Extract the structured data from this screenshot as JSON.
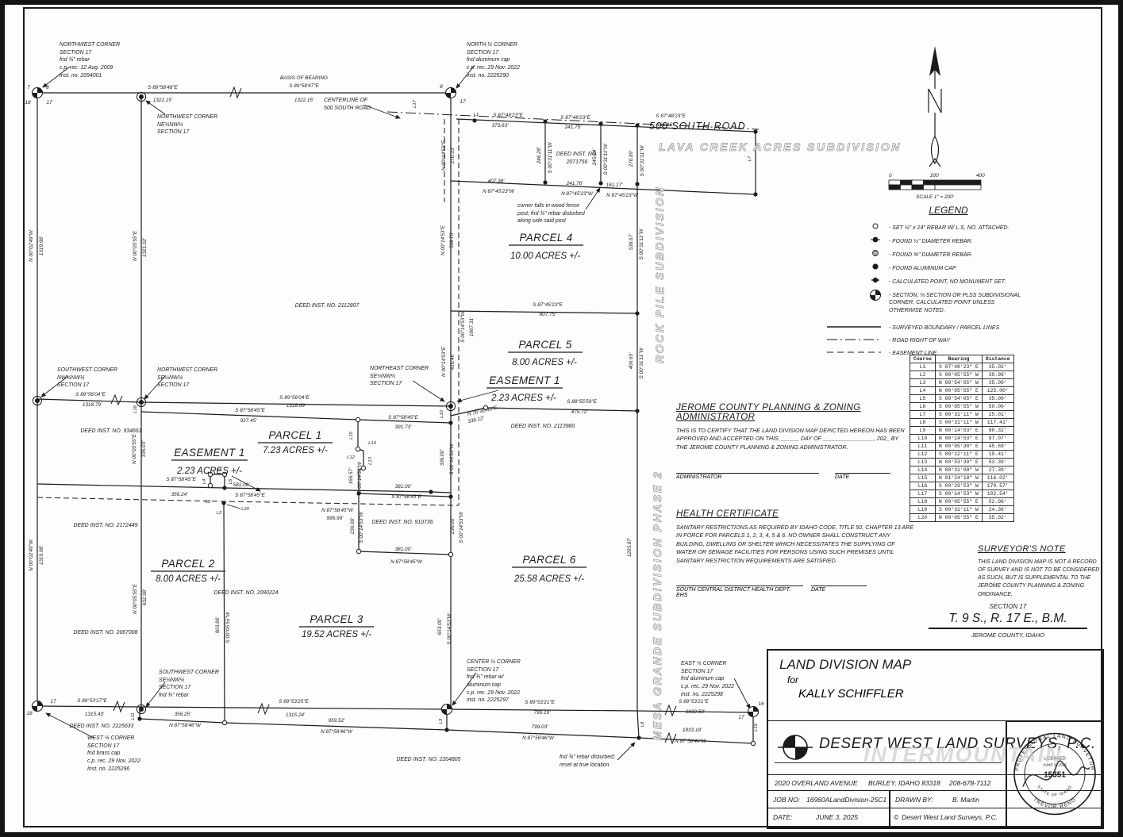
{
  "map": {
    "road_name": "500 SOUTH ROAD",
    "basis_label": "BASIS OF BEARING",
    "watermark": "INTERMOUNTAIN",
    "subdivisions": {
      "lava_creek": "LAVA CREEK ACRES SUBDIVISION",
      "rock_pile": "ROCK PILE SUBDIVISION",
      "mesa_grande": "MESA GRANDE SUBDIVISION PHASE 2"
    },
    "parcels": [
      {
        "name": "PARCEL 1",
        "area": "7.23 ACRES +/-"
      },
      {
        "name": "PARCEL 2",
        "area": "8.00 ACRES +/-"
      },
      {
        "name": "PARCEL 3",
        "area": "19.52 ACRES +/-"
      },
      {
        "name": "PARCEL 4",
        "area": "10.00 ACRES +/-"
      },
      {
        "name": "PARCEL 5",
        "area": "8.00 ACRES +/-"
      },
      {
        "name": "PARCEL 6",
        "area": "25.58 ACRES +/-"
      }
    ],
    "easement": {
      "name": "EASEMENT 1",
      "area": "2.23 ACRES +/-"
    },
    "deeds": {
      "d2112807": "DEED INST. NO. 2112807",
      "d934661": "DEED INST. NO. 934661",
      "d2071756": [
        "DEED INST. NO.",
        "2071756"
      ],
      "d910736": "DEED INST. NO. 910736",
      "d2113980": "DEED INST. NO. 2113980",
      "d2172449": "DEED INST. NO. 2172449",
      "d2090224": "DEED INST. NO. 2090224",
      "d2067008": "DEED INST. NO. 2067008",
      "d2225633": "DEED INST. NO. 2225633",
      "d2204805": "DEED INST. NO. 2204805"
    },
    "notes": {
      "nw_section": [
        "NORTHWEST CORNER",
        "SECTION 17",
        "fnd ¾\" rebar",
        "c.p. rec. 12 Aug. 2009",
        "Inst. no. 2094001"
      ],
      "nw_ne_nw": [
        "NORTHWEST CORNER",
        "NE¼NW¼",
        "SECTION 17"
      ],
      "north_quarter": [
        "NORTH ¼ CORNER",
        "SECTION 17",
        "fnd aluminum cap",
        "c.p. rec. 29 Nov. 2022",
        "inst. no. 2225290"
      ],
      "centerline": [
        "CENTERLINE OF",
        "500 SOUTH ROAD"
      ],
      "fence": [
        "corner falls in wood fence",
        "post; fnd ¾\" rebar disturbed",
        "along side said post"
      ],
      "sw_nw_nw": [
        "SOUTHWEST CORNER",
        "NW¼NW¼",
        "SECTION 17"
      ],
      "nw_se_nw": [
        "NORTHWEST CORNER",
        "SE¼NW¼",
        "SECTION 17"
      ],
      "ne_se_nw": [
        "NORTHEAST CORNER",
        "SE¼NW¼",
        "SECTION 17"
      ],
      "sw_se_nw": [
        "SOUTHWEST CORNER",
        "SE¼NW¼",
        "SECTION 17",
        "fnd ¾\" rebar"
      ],
      "west_quarter": [
        "WEST ¼ CORNER",
        "SECTION 17",
        "fnd brass cap",
        "c.p. rec. 29 Nov. 2022",
        "Inst. no. 2225296"
      ],
      "center_quarter": [
        "CENTER ¼ CORNER",
        "SECTION 17",
        "fnd ¾\" rebar w/",
        "aluminum cap",
        "c.p. rec. 29 Nov. 2022",
        "inst. no. 2225297"
      ],
      "east_quarter": [
        "EAST ¼ CORNER",
        "SECTION 17",
        "fnd aluminum cap",
        "c.p. rec. 29 Nov. 2022",
        "inst. no. 2225298"
      ],
      "disturbed": [
        "fnd ¾\" rebar disturbed;",
        "reset at true location"
      ]
    },
    "section_numbers": {
      "nw": [
        "7",
        "8",
        "18",
        "17"
      ],
      "nq": [
        "8",
        "17"
      ],
      "wq": [
        "18",
        "17"
      ],
      "eq": [
        "16",
        "17"
      ]
    },
    "lnums": [
      "L1",
      "L2",
      "L3",
      "L4",
      "L5",
      "L6",
      "L7",
      "L8",
      "L9",
      "L10",
      "L11",
      "L12",
      "L13",
      "L14",
      "L15",
      "L16",
      "L17",
      "L18",
      "L19",
      "L20"
    ],
    "dims": [
      {
        "b": "S 89°58'48\"E",
        "d": "1322.15'"
      },
      {
        "b": "S 89°58'47\"E",
        "d": "1322.15'"
      },
      {
        "b": "S 87°48'23\"E",
        "d": "373.63'"
      },
      {
        "b": "S 87°48'23\"E",
        "d": "241.75'"
      },
      {
        "b": "S 87°48'23\"E",
        "d": "161.16'"
      },
      {
        "b": "N 87°45'23\"W",
        "d": "407.38'"
      },
      {
        "b": "N 87°45'23\"W",
        "d": "241.76'"
      },
      {
        "b": "N 87°45'23\"W",
        "d": "161.17'"
      },
      {
        "b": "N 00°14'53\"E",
        "d": "270.33'"
      },
      {
        "b": "S 00°31'11\"W",
        "d": "246.28'"
      },
      {
        "b": "S 00°31'11\"W",
        "d": "245.84'"
      },
      {
        "b": "S 00°31'11\"W",
        "d": "270.89'"
      },
      {
        "b": "N 00°14'53\"E",
        "d": "538.75'"
      },
      {
        "b": "S 00°31'11\"W",
        "d": "538.67'"
      },
      {
        "b": "S 87°45'23\"E",
        "d": "807.75'"
      },
      {
        "b": "S 00°14'53\"W",
        "d": "1667.31'"
      },
      {
        "b": "N 00°14'53\"E",
        "d": "410.46'"
      },
      {
        "b": "S 00°31'11\"W",
        "d": "406.65'"
      },
      {
        "b": "S 88°55'59\"E",
        "d": "475.72'"
      },
      {
        "b": "N 76°40'49\"E",
        "d": "338.12'"
      },
      {
        "b": "S 89°56'04\"E",
        "d": "1318.79'"
      },
      {
        "b": "S 89°56'04\"E",
        "d": "1318.69'"
      },
      {
        "b": "S 87°58'45\"E",
        "d": "927.45'"
      },
      {
        "b": "S 87°58'45\"E",
        "d": "391.73'"
      },
      {
        "b": "N 00°02'49\"W",
        "d": "1319.98'"
      },
      {
        "b": "N 00°05'55\"E",
        "d": "1321.02'"
      },
      {
        "b": "N 00°05'55\"E",
        "d": "336.03'"
      },
      {
        "b": "N 00°05'55\"E",
        "d": "632.98'"
      },
      {
        "b": "S 00°05'55\"W",
        "d": "903.86'"
      },
      {
        "b": "S 87°58'45\"E",
        "d": "356.24'"
      },
      {
        "b": "S 87°58'45\"E",
        "d": "581.06'"
      },
      {
        "b": "S 87°58'45\"E",
        "d": "381.00'"
      },
      {
        "b": "N 87°58'45\"W",
        "d": "996.99'"
      },
      {
        "b": "S 00°14'53\"W",
        "d": "166.57'"
      },
      {
        "b": "S 00°14'53\"W",
        "d": "336.00'"
      },
      {
        "b": "S 00°14'53\"W",
        "d": "236.00'"
      },
      {
        "b": "N 87°58'45\"W",
        "d": "381.00'"
      },
      {
        "b": "S 00°14'53\"W",
        "d": "653.00'"
      },
      {
        "d": "1295.87'"
      },
      {
        "b": "S 89°53'17\"E",
        "d": "1315.43'"
      },
      {
        "b": "N 87°58'46\"W",
        "d": "356.25'"
      },
      {
        "b": "S 89°53'25\"E",
        "d": "1315.24'"
      },
      {
        "b": "N 87°58'46\"W",
        "d": "959.52'"
      },
      {
        "b": "S 89°53'21\"E",
        "d": "799.19'"
      },
      {
        "b": "N 87°58'46\"W",
        "d": "799.03'"
      },
      {
        "b": "S 89°53'21\"E",
        "d": "1832.50'"
      },
      {
        "b": "N 87°58'46\"W",
        "d": "1833.18'"
      }
    ]
  },
  "north_arrow": {
    "label": "N"
  },
  "scale_bar": {
    "ticks": [
      "0",
      "200",
      "400"
    ],
    "caption": "SCALE 1\" = 200'"
  },
  "legend": {
    "title": "LEGEND",
    "items": [
      {
        "label": "- SET ½\" x 24\" REBAR W/ L.S. NO. ATTACHED."
      },
      {
        "label": "- FOUND ½\" DIAMETER REBAR."
      },
      {
        "label": "- FOUND ⅝\" DIAMETER REBAR."
      },
      {
        "label": "- FOUND ALUMINUM CAP."
      },
      {
        "label": "- CALCULATED POINT, NO MONUMENT SET."
      },
      {
        "label": [
          "- SECTION, ¼ SECTION OR PLSS SUBDIVISIONAL",
          "CORNER. CALCULATED POINT UNLESS",
          "OTHERWISE NOTED."
        ]
      },
      {
        "label": "- SURVEYED BOUNDARY / PARCEL LINES"
      },
      {
        "label": "- ROAD RIGHT OF WAY"
      },
      {
        "label": "- EASEMENT LINE"
      }
    ]
  },
  "course_table": {
    "headers": [
      "Course",
      "Bearing",
      "Distance"
    ],
    "rows": [
      [
        "L1",
        "S 87°48'23\" E",
        "35.02'"
      ],
      [
        "L2",
        "S 00°05'55\" W",
        "39.98'"
      ],
      [
        "L3",
        "N 89°54'05\" W",
        "35.00'"
      ],
      [
        "L4",
        "N 00°05'55\" E",
        "125.00'"
      ],
      [
        "L5",
        "S 89°54'05\" E",
        "35.00'"
      ],
      [
        "L6",
        "S 00°05'55\" W",
        "50.00'"
      ],
      [
        "L7",
        "S 00°31'11\" W",
        "25.01'"
      ],
      [
        "L8",
        "S 00°31'11\" W",
        "117.41'"
      ],
      [
        "L9",
        "N 00°14'53\" E",
        "90.32'"
      ],
      [
        "L10",
        "N 00°14'53\" E",
        "97.07'"
      ],
      [
        "L11",
        "N 00°05'30\" E",
        "45.69'"
      ],
      [
        "L12",
        "S 89°12'11\" E",
        "19.41'"
      ],
      [
        "L13",
        "N 00°53'30\" E",
        "53.39'"
      ],
      [
        "L14",
        "N 88°31'08\" W",
        "27.39'"
      ],
      [
        "L15",
        "N 01°24'18\" W",
        "116.02'"
      ],
      [
        "L16",
        "S 00°29'53\" W",
        "179.57'"
      ],
      [
        "L17",
        "S 00°14'53\" W",
        "102.54'"
      ],
      [
        "L18",
        "N 00°05'55\" E",
        "52.06'"
      ],
      [
        "L19",
        "S 00°31'11\" W",
        "24.36'"
      ],
      [
        "L20",
        "N 00°05'55\" E",
        "35.02'"
      ]
    ]
  },
  "pz_cert": {
    "title": "JEROME COUNTY PLANNING & ZONING ADMINISTRATOR",
    "body": "THIS IS TO CERTIFY THAT THE LAND DIVISION MAP DEPICTED HEREON HAS BEEN APPROVED AND ACCEPTED ON THIS ______ DAY OF ________________, 202_ BY THE JEROME COUNTY PLANNING & ZONING ADMINISTRATOR.",
    "sig_label": "ADMINISTRATOR",
    "date_label": "DATE"
  },
  "health_cert": {
    "title": "HEALTH CERTIFICATE",
    "body": "SANITARY RESTRICTIONS AS REQUIRED BY IDAHO CODE, TITLE 50, CHAPTER 13 ARE IN FORCE FOR PARCELS 1, 2, 3, 4, 5 & 6. NO OWNER SHALL CONSTRUCT ANY BUILDING, DWELLING OR SHELTER WHICH NECESSITATES THE SUPPLYING OF WATER OR SEWAGE FACILITIES FOR PERSONS USING SUCH PREMISES UNTIL SANITARY RESTRICTION REQUIREMENTS ARE SATISFIED.",
    "sig_label": "SOUTH CENTRAL DISTRICT HEALTH DEPT. EHS",
    "date_label": "DATE"
  },
  "surveyors_note": {
    "title": "SURVEYOR'S NOTE",
    "body": "THIS LAND DIVISION MAP IS NOT A RECORD OF SURVEY AND IS NOT TO BE CONSIDERED AS SUCH, BUT IS SUPPLEMENTAL TO THE JEROME COUNTY PLANNING & ZONING ORDINANCE."
  },
  "section_block": {
    "section": "SECTION 17",
    "township": "T. 9 S.,  R. 17 E.,  B.M.",
    "county": "JEROME COUNTY, IDAHO"
  },
  "title_block": {
    "title": "LAND DIVISION MAP",
    "for_text": "for",
    "client": "KALLY SCHIFFLER",
    "company": "DESERT WEST LAND SURVEYS, P.C.",
    "address": "2020 OVERLAND AVENUE",
    "city": "BURLEY, IDAHO  83318",
    "phone": "208-678-7112",
    "job_label": "JOB NO:",
    "job_no": "16960ALandDivision-25C1",
    "drawn_label": "DRAWN BY:",
    "drawn_by": "B. Martin",
    "date_label": "DATE:",
    "date": "JUNE 3, 2025",
    "copyright": "Desert West Land Surveys, P.C."
  },
  "seal": {
    "ring_top": "PROFESSIONAL LAND SURVEYOR",
    "licensed": "LICENSED",
    "date": "JUNE 3, 2025",
    "number": "15351",
    "state": "STATE OF IDAHO",
    "name": "TREVOR RENO"
  }
}
